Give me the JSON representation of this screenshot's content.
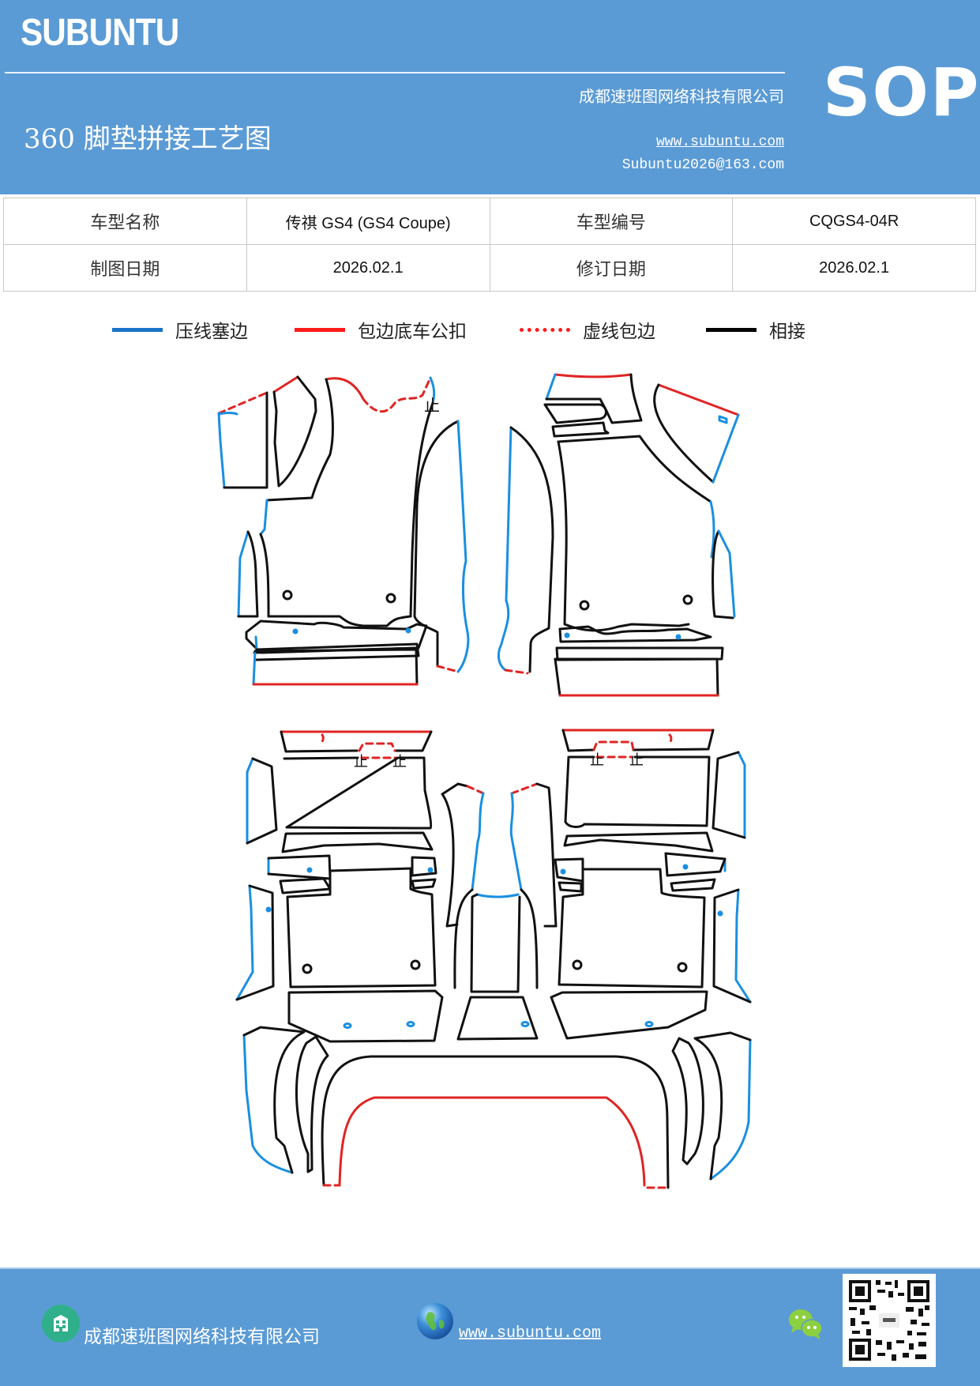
{
  "header": {
    "brand": "SUBUNTU",
    "title": "360 脚垫拼接工艺图",
    "company": "成都速班图网络科技有限公司",
    "website": "www.subuntu.com",
    "email": "Subuntu2026@163.com",
    "doc_type": "SOP",
    "background_color": "#5b9bd5"
  },
  "info_table": {
    "rows": [
      {
        "label1": "车型名称",
        "value1": "传祺 GS4 (GS4 Coupe)",
        "label2": "车型编号",
        "value2": "CQGS4-04R"
      },
      {
        "label1": "制图日期",
        "value1": "2026.02.1",
        "label2": "修订日期",
        "value2": "2026.02.1"
      }
    ]
  },
  "legend": {
    "items": [
      {
        "label": "压线塞边",
        "style": "solid",
        "color": "#1a73c8"
      },
      {
        "label": "包边底车公扣",
        "style": "solid",
        "color": "#ff1a1a"
      },
      {
        "label": "虚线包边",
        "style": "dotted",
        "color": "#ff1a1a"
      },
      {
        "label": "相接",
        "style": "solid",
        "color": "#000000"
      }
    ]
  },
  "diagram": {
    "marker_text": "止",
    "line_colors": {
      "press_edge": "#1a8fe0",
      "wrap_edge": "#e02424",
      "join": "#111111"
    }
  },
  "footer": {
    "company": "成都速班图网络科技有限公司",
    "website": "www.subuntu.com",
    "icons": [
      "building-icon",
      "globe-icon",
      "wechat-icon",
      "qr-code"
    ]
  }
}
